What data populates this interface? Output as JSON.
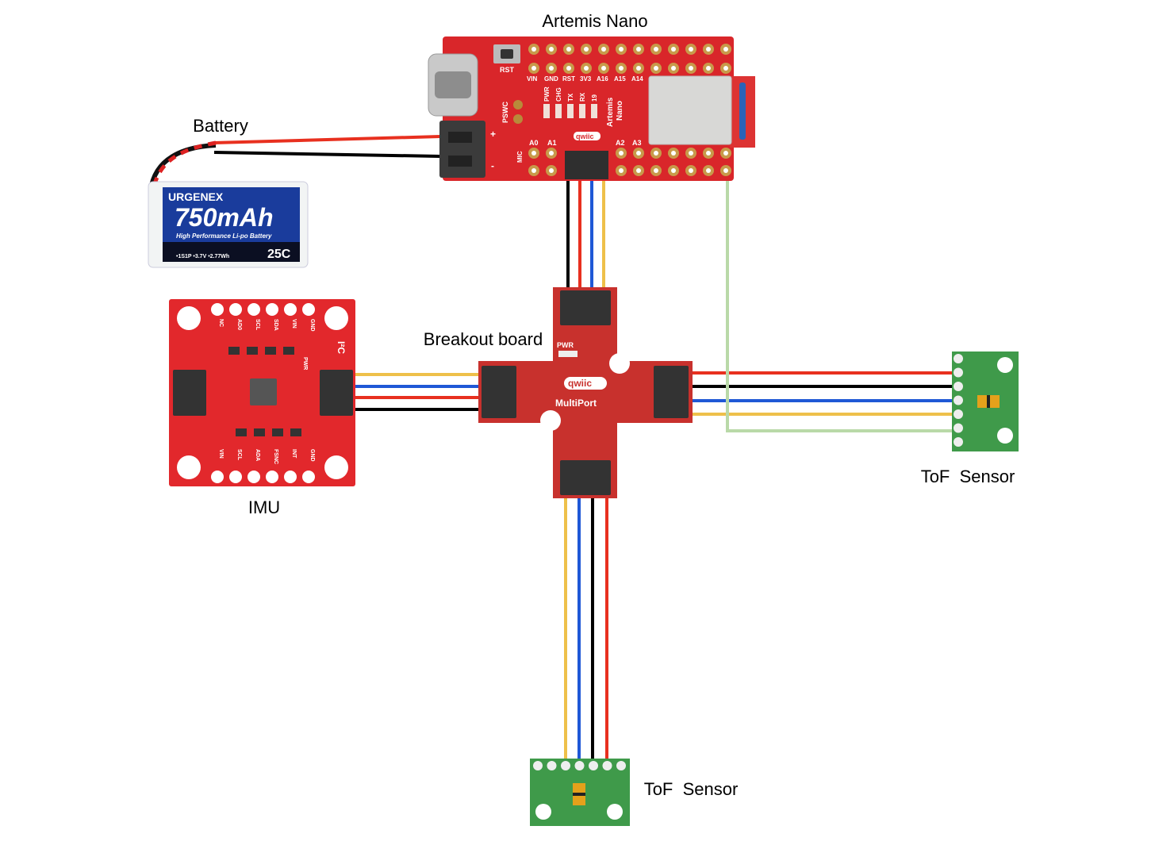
{
  "labels": {
    "artemis": "Artemis Nano",
    "battery": "Battery",
    "breakout": "Breakout board",
    "imu": "IMU",
    "tof_right": "ToF  Sensor",
    "tof_bottom": "ToF  Sensor"
  },
  "artemis_silk": {
    "rst": "RST",
    "pins_top": [
      "VIN",
      "GND",
      "RST",
      "3V3",
      "A16",
      "A15",
      "A14"
    ],
    "leds": [
      "PWR",
      "CHG",
      "TX",
      "RX",
      "19"
    ],
    "pswc": "PSWC",
    "mic": "MIC",
    "pins_bottom": [
      "A0",
      "A1",
      "A2",
      "A3"
    ],
    "qwiic": "qwiic",
    "name_line1": "Artemis",
    "name_line2": "Nano",
    "plus": "+",
    "minus": "-"
  },
  "battery_label": {
    "brand": "URGENEX",
    "capacity": "750mAh",
    "subtitle": "High Performance Li-po Battery",
    "specs": "•1S1P •3.7V •2.77Wh",
    "rating": "25C"
  },
  "multiport_silk": {
    "pwr": "PWR",
    "qwiic": "qwiic",
    "name": "MultiPort"
  },
  "imu_silk": {
    "pins_top": [
      "NC",
      "AD0",
      "SCL",
      "SDA",
      "VIN",
      "GND"
    ],
    "pins_bottom": [
      "VIN",
      "SCL",
      "ADA",
      "FSNC",
      "INT",
      "GND"
    ],
    "i2c": "I²C",
    "pwr": "PWR"
  },
  "wire_colors": {
    "red": "#e8301f",
    "black": "#000000",
    "blue": "#1f58d6",
    "yellow": "#eec04a",
    "green": "#b9d9a8"
  },
  "board_colors": {
    "sparkfun_red": "#d9262a",
    "tof_green": "#3f9a4a",
    "battery_blue": "#1a3c9c"
  }
}
